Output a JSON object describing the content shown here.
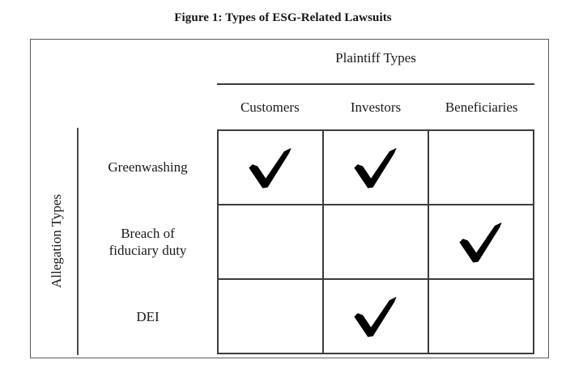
{
  "figure": {
    "title": "Figure 1: Types of ESG-Related Lawsuits"
  },
  "matrix": {
    "column_group_label": "Plaintiff Types",
    "row_group_label": "Allegation Types",
    "columns": [
      "Customers",
      "Investors",
      "Beneficiaries"
    ],
    "rows": [
      {
        "label_line1": "Greenwashing",
        "label_line2": ""
      },
      {
        "label_line1": "Breach of",
        "label_line2": "fiduciary duty"
      },
      {
        "label_line1": "DEI",
        "label_line2": ""
      }
    ],
    "cells": [
      [
        true,
        true,
        false
      ],
      [
        false,
        false,
        true
      ],
      [
        false,
        true,
        false
      ]
    ],
    "check_icon_name": "check-mark-icon",
    "colors": {
      "background": "#ffffff",
      "text": "#1a1a1a",
      "frame_border": "#5a5a5a",
      "grid_line": "#3c3c3c",
      "check": "#000000"
    }
  }
}
